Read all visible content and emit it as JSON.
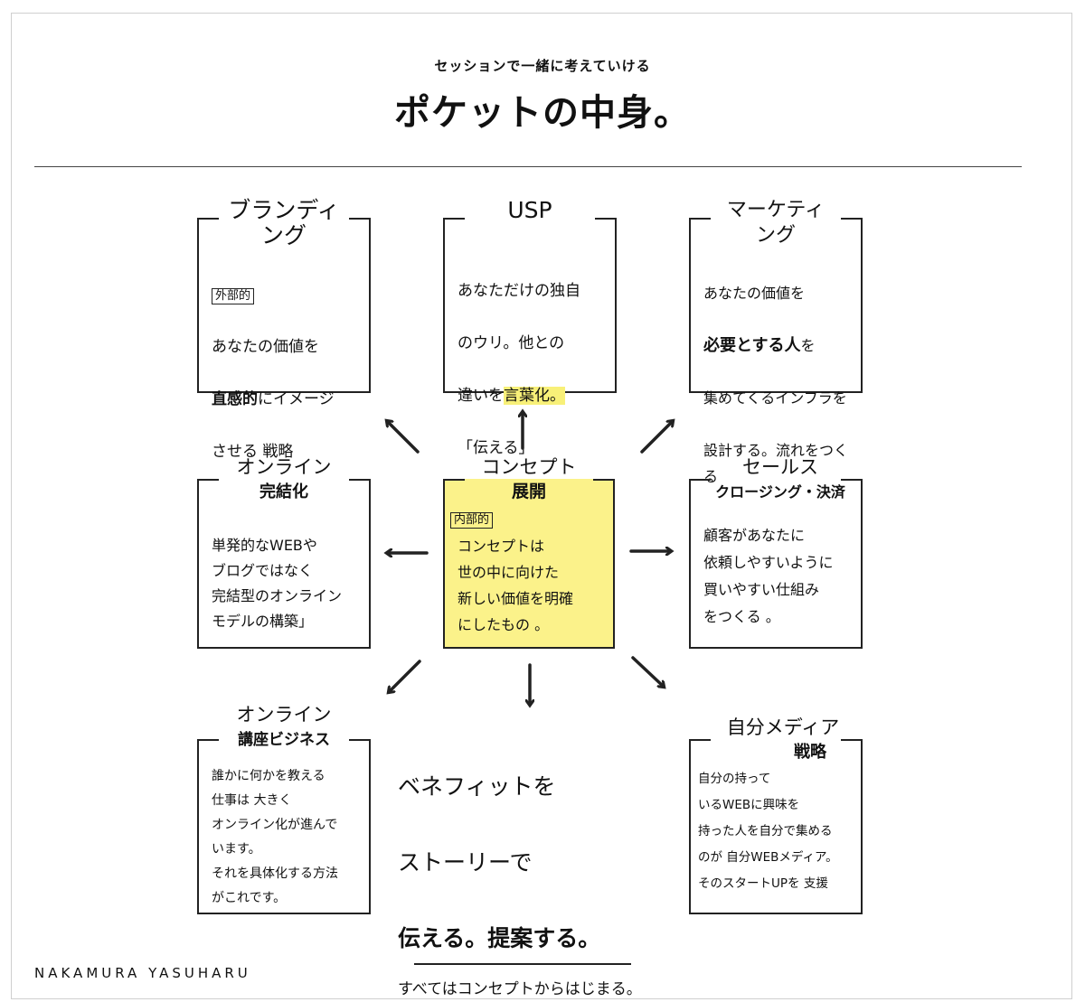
{
  "header": {
    "subtitle": "セッションで一緒に考えていける",
    "title": "ポケットの中身。"
  },
  "cards": {
    "branding": {
      "title": "ブランディング",
      "tag": "外部的",
      "line1": "あなたの価値を",
      "line2_bold": "直感的",
      "line2_rest": "にイメージ",
      "line3": "させる 戦略"
    },
    "usp": {
      "title": "USP",
      "line1": "あなただけの独自",
      "line2": "のウリ。他との",
      "line3_pre": "違いを",
      "line3_hl": "言葉化。",
      "line4": "「伝える」"
    },
    "marketing": {
      "title": "マーケティング",
      "line1": "あなたの価値を",
      "line2_bold": "必要とする人",
      "line2_rest": "を",
      "line3": "集めてくるインフラを",
      "line4": "設計する。流れをつくる"
    },
    "online_complete": {
      "title_line1": "オンライン",
      "title_line2": "完結化",
      "body": "単発的なWEBや\nブログではなく\n完結型のオンライン\nモデルの構築」"
    },
    "concept": {
      "title_line1": "コンセプト",
      "title_line2": "展開",
      "tag": "内部的",
      "body": "コンセプトは\n世の中に向けた\n新しい価値を明確\nにしたもの 。"
    },
    "sales": {
      "title_line1": "セールス",
      "title_line2": "クロージング・決済",
      "body": "顧客があなたに\n依頼しやすいように\n買いやすい仕組み\nをつくる 。"
    },
    "online_course": {
      "title_line1": "オンライン",
      "title_line2": "講座ビジネス",
      "body": "誰かに何かを教える\n仕事は 大きく\nオンライン化が進んで\nいます。\nそれを具体化する方法\nがこれです。"
    },
    "own_media": {
      "title_line1": "自分メディア",
      "title_line2": "戦略",
      "body": "自分の持って\nいるWEBに興味を\n持った人を自分で集める\nのが 自分WEBメディア。\nそのスタートUPを 支援"
    }
  },
  "benefit": {
    "line1": "ベネフィットを",
    "line2": "ストーリーで",
    "line3": "伝える。提案する。",
    "note": "すべてはコンセプトからはじまる。"
  },
  "footer": {
    "credit": "NAKAMURA YASUHARU"
  },
  "colors": {
    "highlight": "#fbf28a",
    "ink": "#222222"
  }
}
